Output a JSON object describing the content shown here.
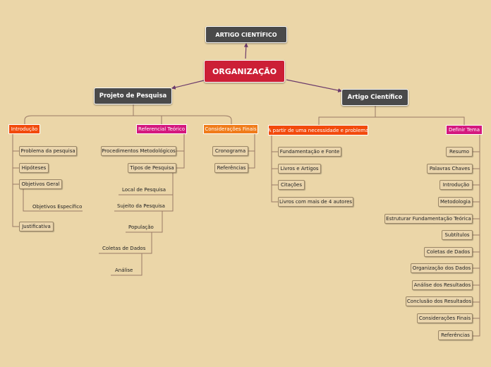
{
  "diagram": {
    "root": "ORGANIZAÇÃO",
    "top": "ARTIGO CIENTÍFICO",
    "left_main": "Projeto de Pesquisa",
    "right_main": "Artigo Científico",
    "introducao": {
      "label": "Introdução",
      "items": [
        "Problema da pesquisa",
        "Hipóteses",
        "Objetivos Geral",
        "Objetivos Específico",
        "Justificativa"
      ]
    },
    "referencial": {
      "label": "Referencial Teórico",
      "items": [
        "Procedimentos Metodológicos",
        "Tipos de Pesquisa",
        "Local de Pesquisa",
        "Sujeito da Pesquisa",
        "População",
        "Coletas de Dados",
        "Análise"
      ]
    },
    "consideracoes": {
      "label": "Considerações Finais",
      "items": [
        "Cronograma",
        "Referências"
      ]
    },
    "necessidade": {
      "label": "A partir de uma necessidade e problema",
      "items": [
        "Fundamentação e Fonte",
        "Livros e Artigos",
        "Citações",
        "Livros com mais de 4 autores"
      ]
    },
    "definir": {
      "label": "Definir Tema",
      "items": [
        "Resumo",
        "Palavras Chaves",
        "Introdução",
        "Metodologia",
        "Estruturar Fundamentação Teórica",
        "Subtítulos",
        "Coletas de Dados",
        "Organização dos Dados",
        "Análise dos Resultados",
        "Conclusão dos Resultados",
        "Considerações Finais",
        "Referências"
      ]
    },
    "colors": {
      "root": "#cc1f36",
      "main": "#4a4a4a",
      "orange": "#f24a0c",
      "magenta": "#d4187e",
      "light_orange": "#f07c1a",
      "connector": "#6b3a6b",
      "line": "#9a7a66"
    }
  }
}
